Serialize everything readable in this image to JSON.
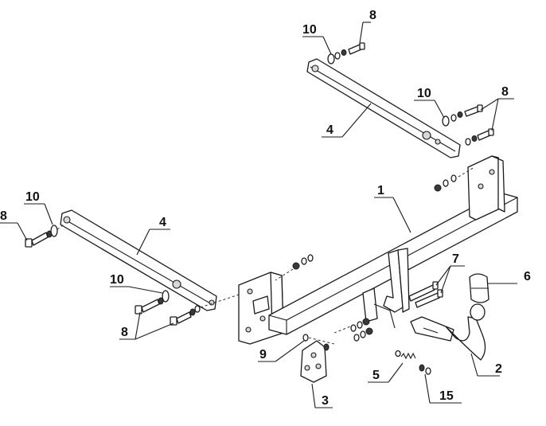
{
  "labels": {
    "main_beam": "1",
    "tow_ball": "2",
    "bracket_plate": "3",
    "side_arm_right": "4",
    "side_arm_left": "4",
    "spring_clip": "5",
    "ball_cover": "6",
    "bolts_ball": "7",
    "bolt_top_left": "8",
    "bolt_top_right": "8",
    "bolt_left": "8",
    "bolt_left_lower": "8",
    "screw_plate": "9",
    "washer_top_left": "10",
    "washer_top_right": "10",
    "washer_left_upper": "10",
    "washer_left_lower": "10",
    "nut_clip": "15"
  }
}
